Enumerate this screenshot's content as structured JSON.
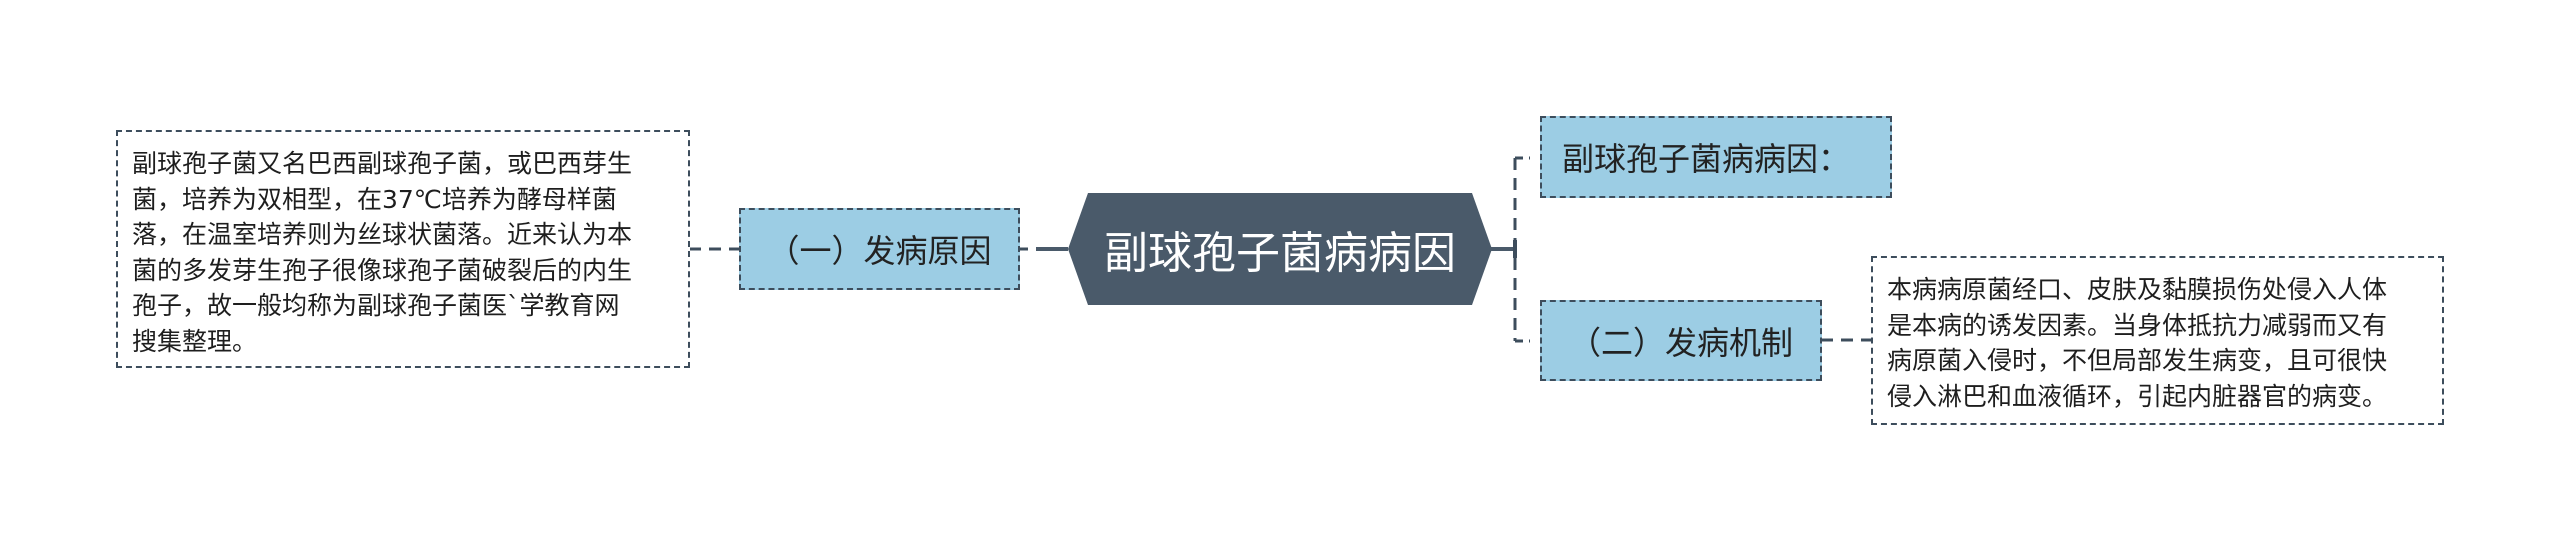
{
  "diagram": {
    "type": "mind-map",
    "colors": {
      "central_fill": "#4a5a6a",
      "topic_fill": "#9ccde4",
      "border": "#3d4d5c",
      "background": "#ffffff"
    },
    "central": {
      "label": "副球孢子菌病病因"
    },
    "left_branch": {
      "topic": {
        "label": "（一）发病原因"
      },
      "detail": {
        "lines": [
          "副球孢子菌又名巴西副球孢子菌，或巴西芽生",
          "菌，培养为双相型，在37℃培养为酵母样菌",
          "落，在温室培养则为丝球状菌落。近来认为本",
          "菌的多发芽生孢子很像球孢子菌破裂后的内生",
          "孢子，故一般均称为副球孢子菌医`学教育网",
          "搜集整理。"
        ]
      }
    },
    "right_branches": [
      {
        "topic": {
          "label": "副球孢子菌病病因："
        }
      },
      {
        "topic": {
          "label": "（二）发病机制"
        },
        "detail": {
          "lines": [
            "本病病原菌经口、皮肤及黏膜损伤处侵入人体",
            "是本病的诱发因素。当身体抵抗力减弱而又有",
            "病原菌入侵时，不但局部发生病变，且可很快",
            "侵入淋巴和血液循环，引起内脏器官的病变。"
          ]
        }
      }
    ]
  }
}
